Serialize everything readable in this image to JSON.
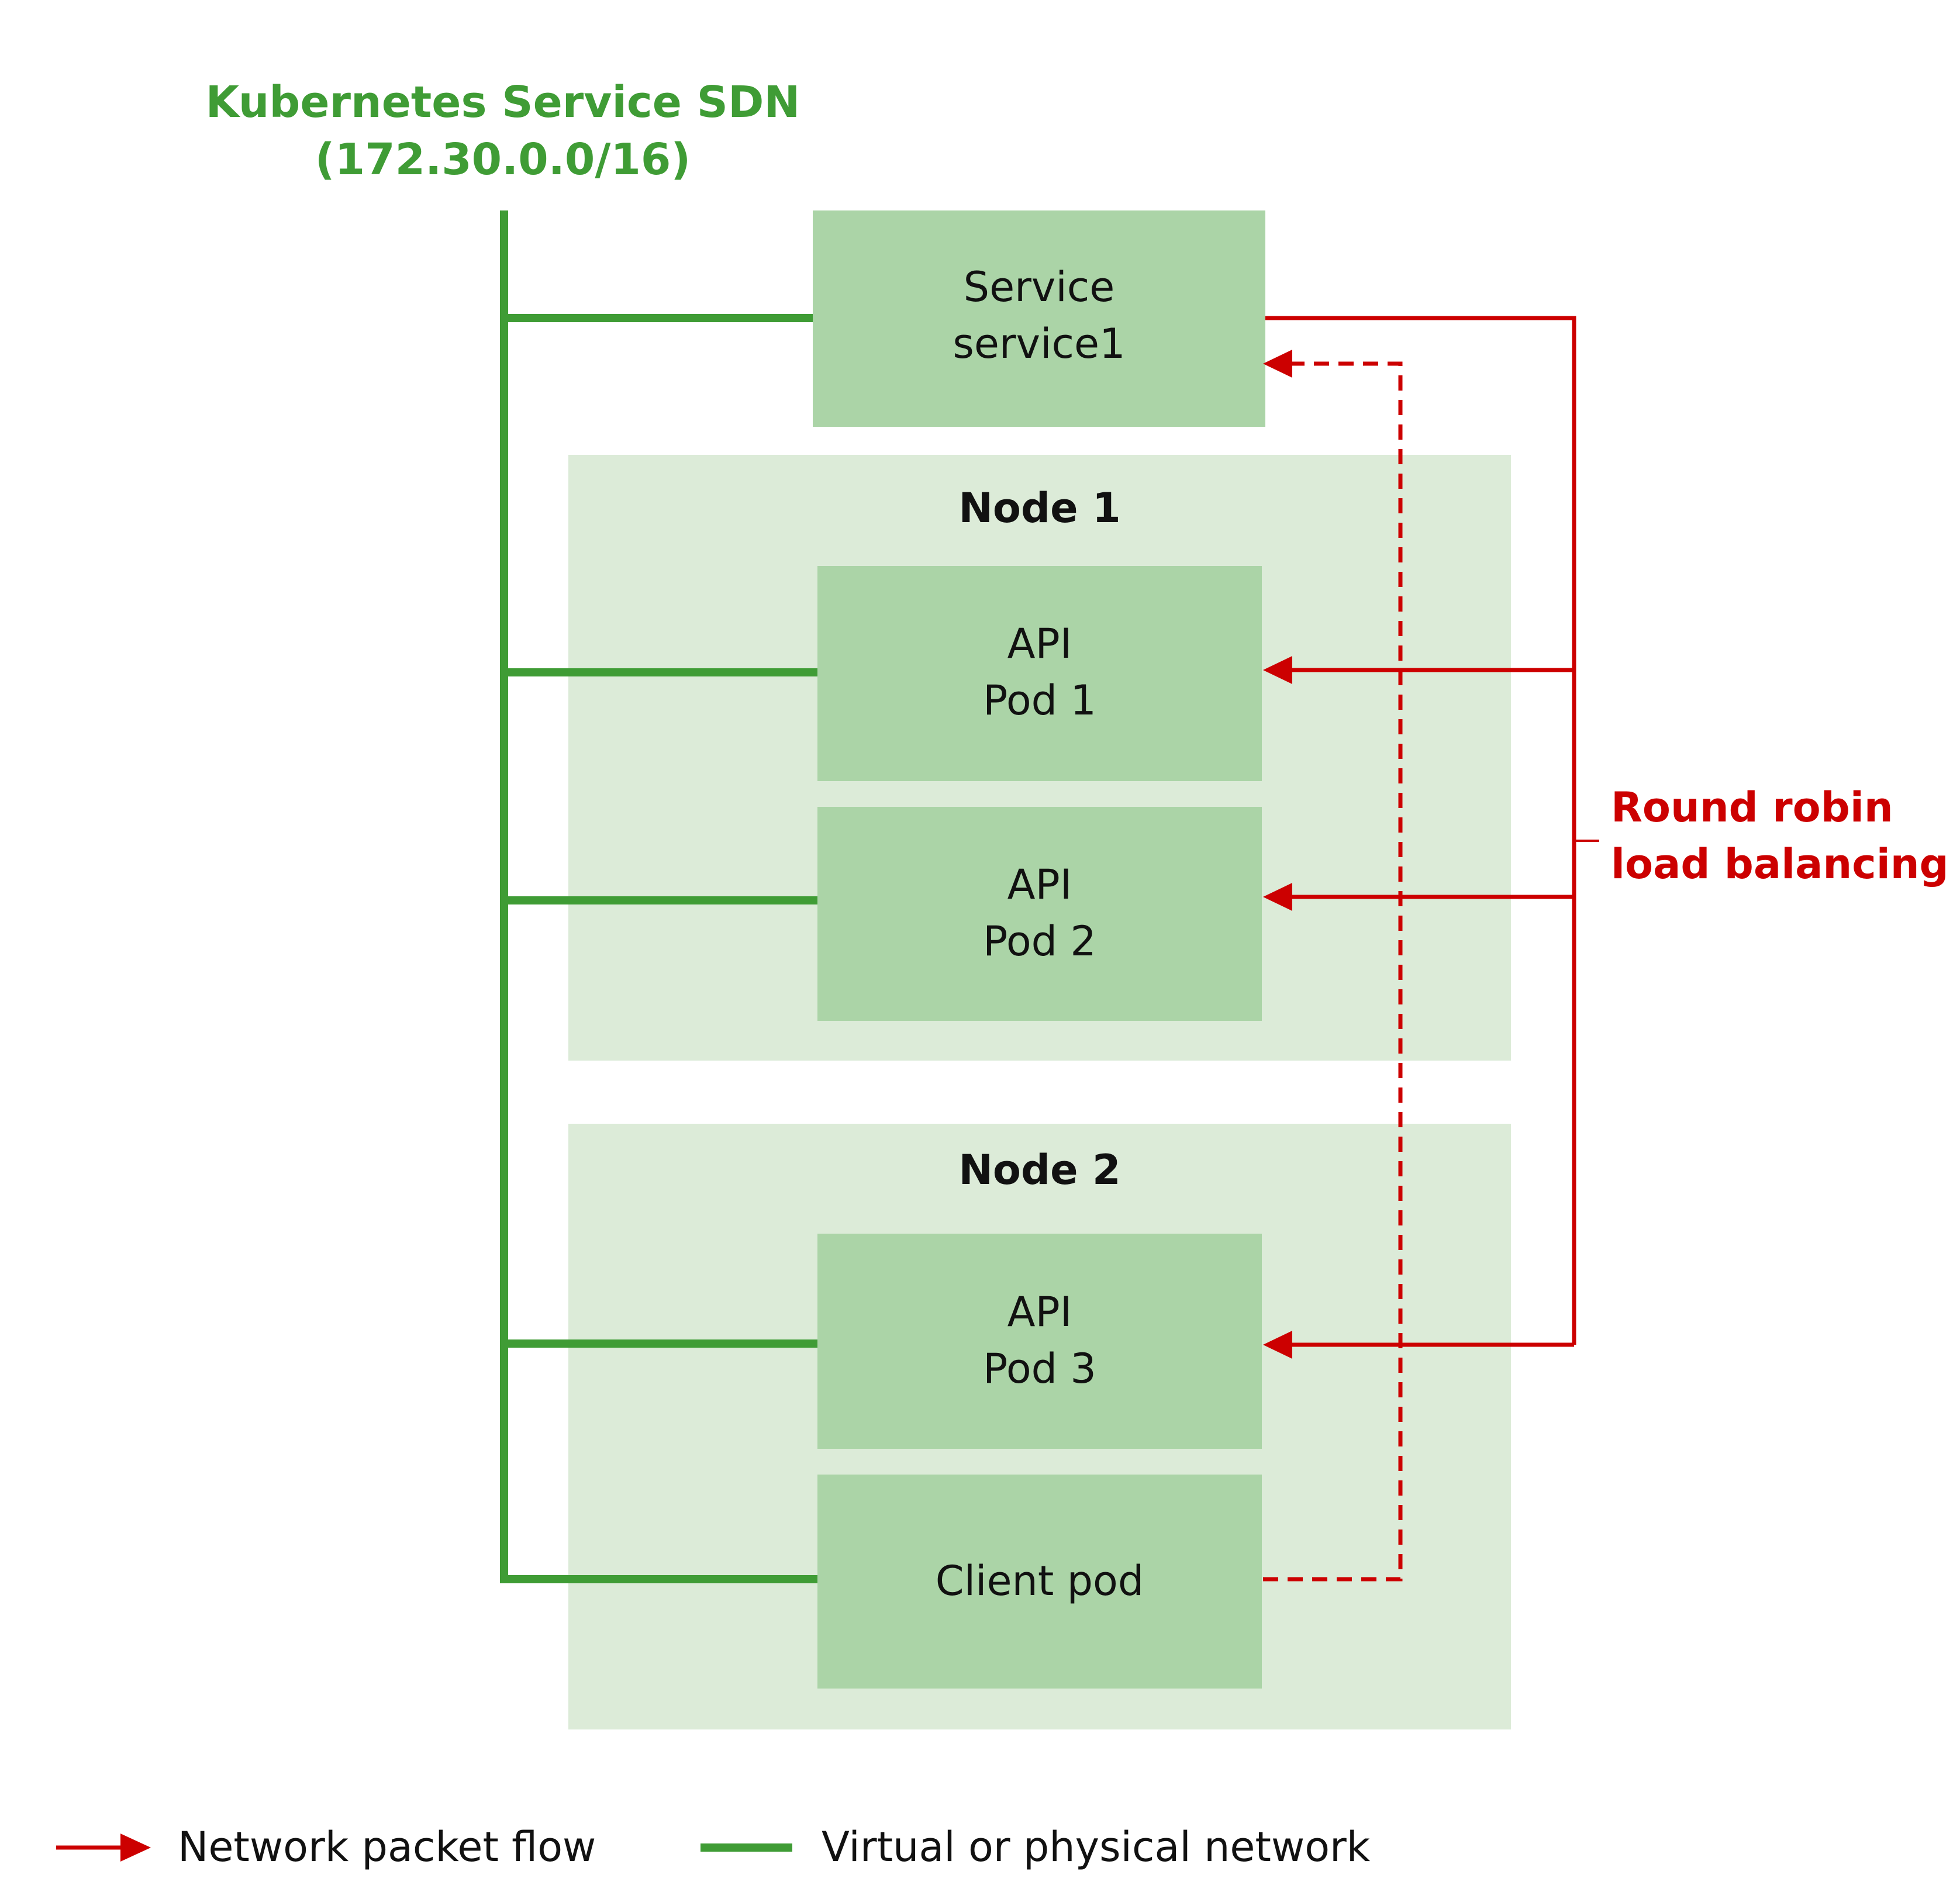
{
  "title": {
    "line1": "Kubernetes Service SDN",
    "line2": "(172.30.0.0/16)"
  },
  "service": {
    "line1": "Service",
    "line2": "service1"
  },
  "nodes": [
    {
      "label": "Node 1"
    },
    {
      "label": "Node 2"
    }
  ],
  "pods": [
    {
      "line1": "API",
      "line2": "Pod 1"
    },
    {
      "line1": "API",
      "line2": "Pod 2"
    },
    {
      "line1": "API",
      "line2": "Pod 3"
    }
  ],
  "client_pod": {
    "label": "Client pod"
  },
  "annotation": {
    "line1": "Round robin",
    "line2": "load balancing"
  },
  "legend": {
    "packet_flow": "Network packet flow",
    "network": "Virtual or physical network"
  },
  "colors": {
    "network_green": "#3f9c35",
    "flow_red": "#cc0000",
    "node_bg": "#dcebd8",
    "box_bg": "#abd4a7",
    "text_dark": "#111111"
  }
}
